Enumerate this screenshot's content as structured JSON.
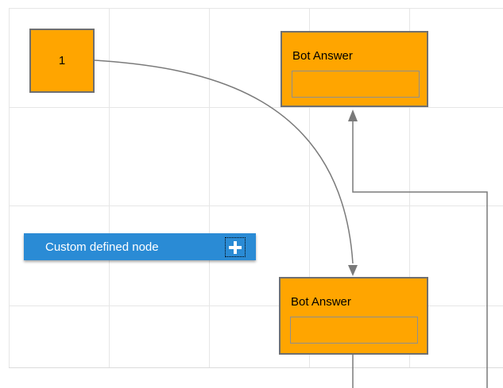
{
  "diagram": {
    "nodes": {
      "start": {
        "label": "1"
      },
      "bot_answer_top": {
        "title": "Bot Answer"
      },
      "bot_answer_bottom": {
        "title": "Bot Answer"
      }
    },
    "palette": {
      "custom_node_label": "Custom defined node",
      "icon": "plus-icon"
    },
    "connectors": {
      "curve": "start-to-bottom-bot-answer",
      "orthogonal": "routed-to-top-bot-answer"
    }
  },
  "colors": {
    "node_fill": "#FFA500",
    "node_border": "#6F6F6F",
    "input_border": "#8F8F8F",
    "custom_button_blue": "#2A8BD5",
    "button_text": "#FFFFFF",
    "connector_gray": "#7A7A7A",
    "grid_line": "#E6E6E6",
    "page_border": "#DBDBDB",
    "node_text": "#000000"
  }
}
